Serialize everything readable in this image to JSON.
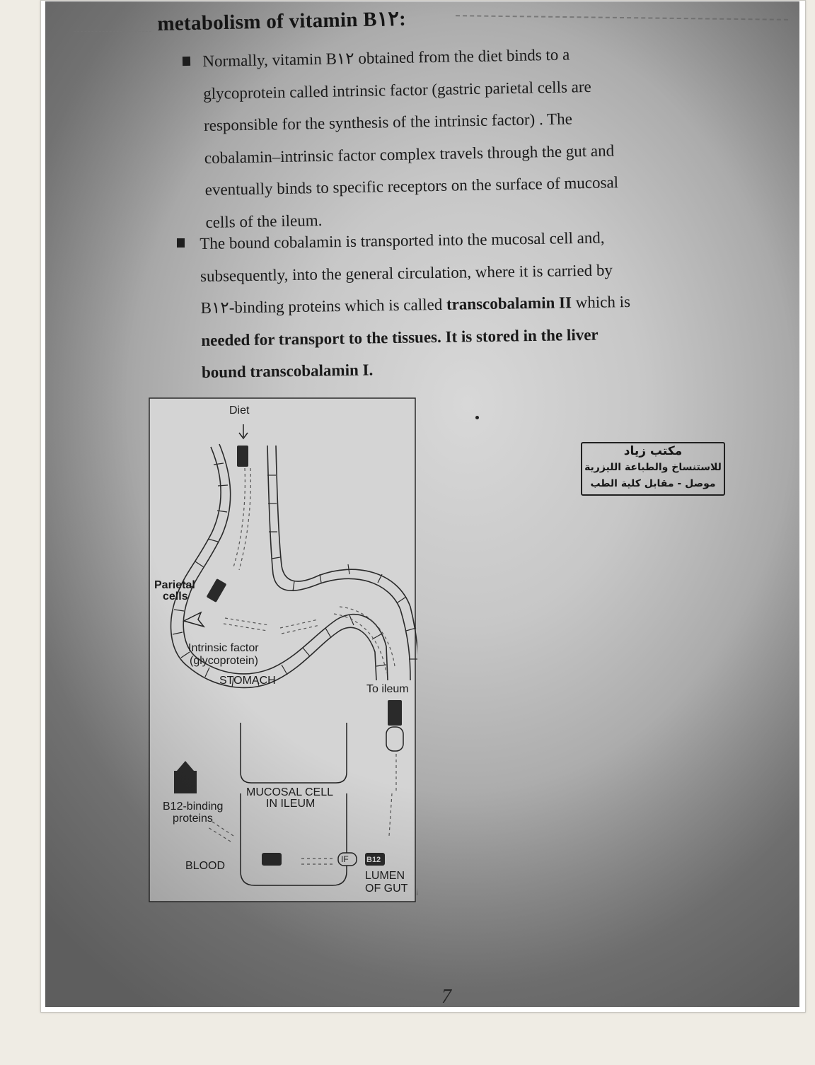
{
  "title": "metabolism of vitamin B١٢:",
  "paragraph1": {
    "lines": [
      "Normally, vitamin B١٢ obtained from the diet binds to a",
      "glycoprotein called intrinsic factor (gastric parietal cells are",
      "responsible for the synthesis of the intrinsic factor) . The",
      "cobalamin–intrinsic factor complex travels through the gut and",
      "eventually binds to specific receptors on the surface of mucosal",
      "cells of the ileum."
    ]
  },
  "paragraph2": {
    "lines": [
      "The bound cobalamin is transported into the mucosal cell and,",
      "subsequently, into the general circulation, where it is carried by",
      "B١٢-binding proteins which is called transcobalamin II which is",
      "needed for transport to the tissues. It is stored in the liver",
      "bound transcobalamin I."
    ],
    "bold_phrase": "transcobalamin II"
  },
  "diagram": {
    "diet": "Diet",
    "parietal_1": "Parietal",
    "parietal_2": "cells",
    "intrinsic_1": "Intrinsic factor",
    "intrinsic_2": "(glycoprotein)",
    "stomach": "STOMACH",
    "to_ileum": "To ileum",
    "mucosal_1": "MUCOSAL CELL",
    "mucosal_2": "IN ILEUM",
    "binding_1": "B12-binding",
    "binding_2": "proteins",
    "blood": "BLOOD",
    "lumen_1": "LUMEN",
    "lumen_2": "OF GUT",
    "if_tag": "IF",
    "b12_tag": "B12"
  },
  "stamp": {
    "line1": "مكتب زياد",
    "line2": "للاستنساخ والطباعة الليزرية",
    "line3": "موصل - مقابل كلية الطب"
  },
  "page_number": "7"
}
